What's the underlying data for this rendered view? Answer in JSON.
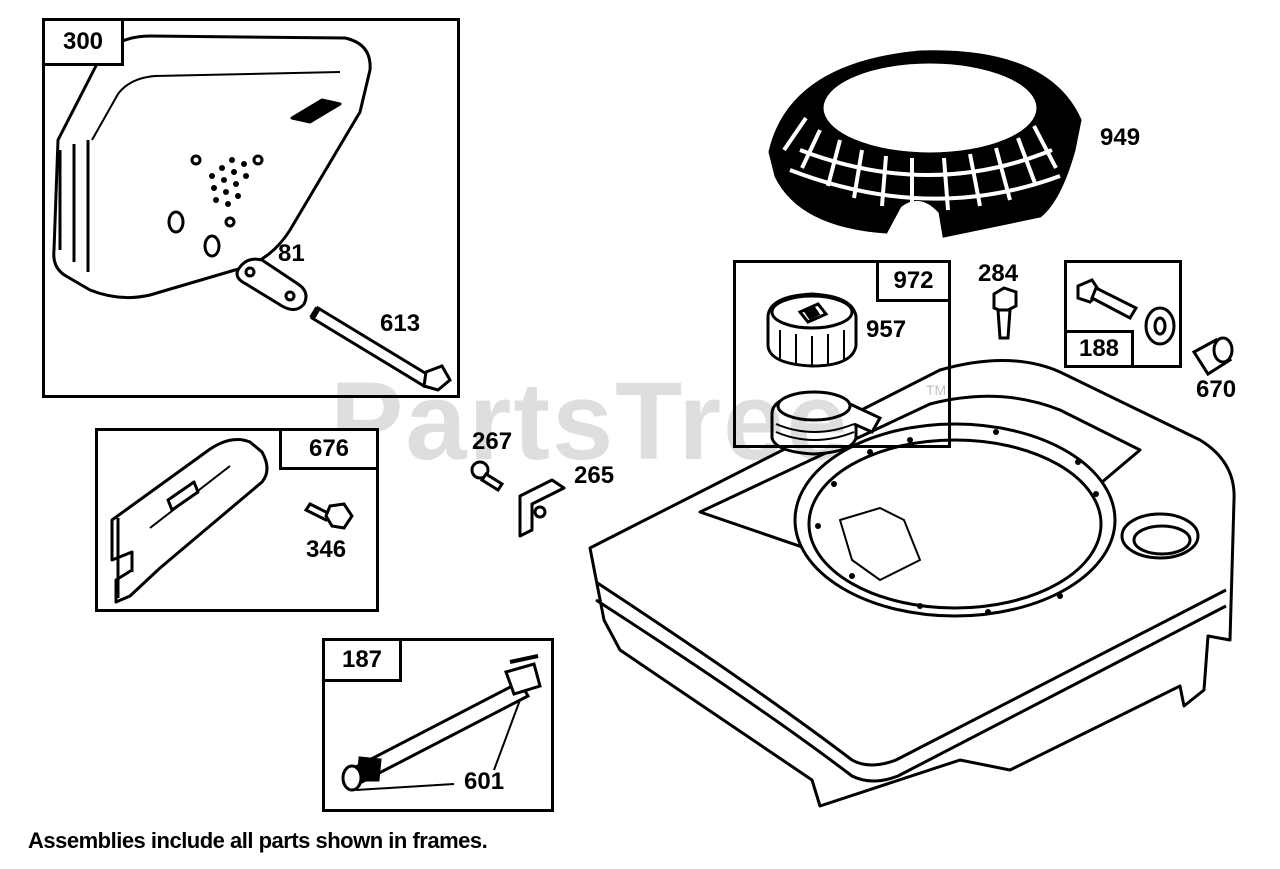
{
  "watermark": {
    "text": "PartsTree",
    "trademark": "TM"
  },
  "note": "Assemblies include all parts shown in frames.",
  "frames": {
    "f300": "300",
    "f676": "676",
    "f187": "187",
    "f972": "972",
    "f188": "188"
  },
  "parts": {
    "p81": "81",
    "p613": "613",
    "p346": "346",
    "p267": "267",
    "p265": "265",
    "p601": "601",
    "p957": "957",
    "p284": "284",
    "p670": "670",
    "p949": "949"
  }
}
